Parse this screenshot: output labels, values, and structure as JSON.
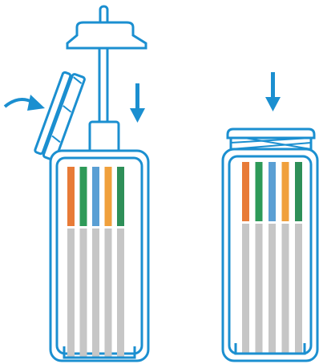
{
  "colors": {
    "outline": "#1b8fd0",
    "strip_gray": "#c6c6c6",
    "stripe_colors": [
      "#e87b37",
      "#2e9a58",
      "#5a9fd4",
      "#f0a03c",
      "#2e8f58"
    ],
    "background": "#ffffff"
  },
  "icons": {
    "arrow_down": "arrow-down-icon",
    "curved_arrow": "curved-arrow-icon",
    "plunger": "plunger-icon",
    "lid": "lid-icon"
  },
  "panels": [
    {
      "state": "open",
      "lid": "hinged-open",
      "plunger": true,
      "arrow": "down",
      "curved_arrow": true,
      "strips": 5
    },
    {
      "state": "closed",
      "lid": "screw-cap",
      "plunger": false,
      "arrow": "down",
      "curved_arrow": false,
      "strips": 5
    }
  ]
}
